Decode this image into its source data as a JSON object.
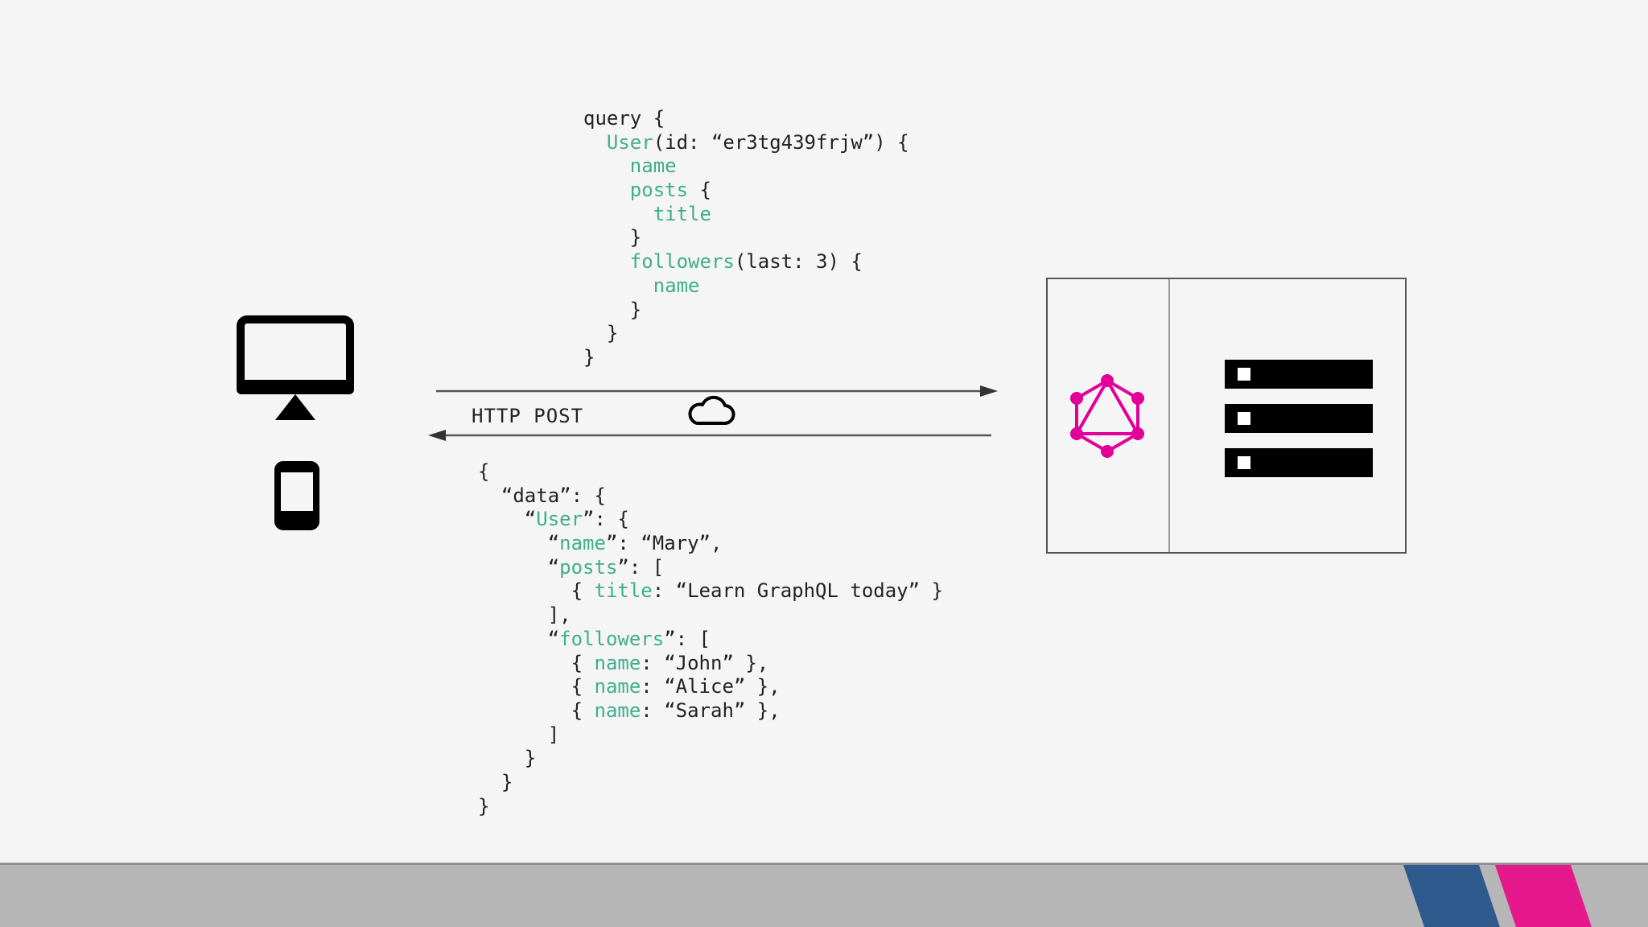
{
  "colors": {
    "background": "#f5f5f5",
    "code_text": "#222222",
    "code_keyword": "#3fae8c",
    "graphql_logo": "#e10098",
    "footer_bar": "#b6b6b6",
    "footer_blue": "#2e5a8e",
    "footer_pink": "#e6198c"
  },
  "query": {
    "lines": [
      [
        {
          "t": "query {",
          "k": false
        }
      ],
      [
        {
          "t": "  ",
          "k": false
        },
        {
          "t": "User",
          "k": true
        },
        {
          "t": "(id: “er3tg439frjw”) {",
          "k": false
        }
      ],
      [
        {
          "t": "    ",
          "k": false
        },
        {
          "t": "name",
          "k": true
        }
      ],
      [
        {
          "t": "    ",
          "k": false
        },
        {
          "t": "posts",
          "k": true
        },
        {
          "t": " {",
          "k": false
        }
      ],
      [
        {
          "t": "      ",
          "k": false
        },
        {
          "t": "title",
          "k": true
        }
      ],
      [
        {
          "t": "    }",
          "k": false
        }
      ],
      [
        {
          "t": "    ",
          "k": false
        },
        {
          "t": "followers",
          "k": true
        },
        {
          "t": "(last: 3) {",
          "k": false
        }
      ],
      [
        {
          "t": "      ",
          "k": false
        },
        {
          "t": "name",
          "k": true
        }
      ],
      [
        {
          "t": "    }",
          "k": false
        }
      ],
      [
        {
          "t": "  }",
          "k": false
        }
      ],
      [
        {
          "t": "}",
          "k": false
        }
      ]
    ]
  },
  "transport": {
    "label": "HTTP POST",
    "icon": "cloud-icon"
  },
  "response": {
    "lines": [
      [
        {
          "t": "{",
          "k": false
        }
      ],
      [
        {
          "t": "  “data”: {",
          "k": false
        }
      ],
      [
        {
          "t": "    “",
          "k": false
        },
        {
          "t": "User",
          "k": true
        },
        {
          "t": "”: {",
          "k": false
        }
      ],
      [
        {
          "t": "      “",
          "k": false
        },
        {
          "t": "name",
          "k": true
        },
        {
          "t": "”: “Mary”,",
          "k": false
        }
      ],
      [
        {
          "t": "      “",
          "k": false
        },
        {
          "t": "posts",
          "k": true
        },
        {
          "t": "”: [",
          "k": false
        }
      ],
      [
        {
          "t": "        { ",
          "k": false
        },
        {
          "t": "title",
          "k": true
        },
        {
          "t": ": “Learn GraphQL today” }",
          "k": false
        }
      ],
      [
        {
          "t": "      ],",
          "k": false
        }
      ],
      [
        {
          "t": "      “",
          "k": false
        },
        {
          "t": "followers",
          "k": true
        },
        {
          "t": "”: [",
          "k": false
        }
      ],
      [
        {
          "t": "        { ",
          "k": false
        },
        {
          "t": "name",
          "k": true
        },
        {
          "t": ": “John” },",
          "k": false
        }
      ],
      [
        {
          "t": "        { ",
          "k": false
        },
        {
          "t": "name",
          "k": true
        },
        {
          "t": ": “Alice” },",
          "k": false
        }
      ],
      [
        {
          "t": "        { ",
          "k": false
        },
        {
          "t": "name",
          "k": true
        },
        {
          "t": ": “Sarah” },",
          "k": false
        }
      ],
      [
        {
          "t": "      ]",
          "k": false
        }
      ],
      [
        {
          "t": "    }",
          "k": false
        }
      ],
      [
        {
          "t": "  }",
          "k": false
        }
      ],
      [
        {
          "t": "}",
          "k": false
        }
      ]
    ]
  },
  "icons": {
    "client_desktop": "desktop-monitor-icon",
    "client_mobile": "smartphone-icon",
    "server_logo": "graphql-logo-icon",
    "server_db": "database-server-rack-icon"
  }
}
